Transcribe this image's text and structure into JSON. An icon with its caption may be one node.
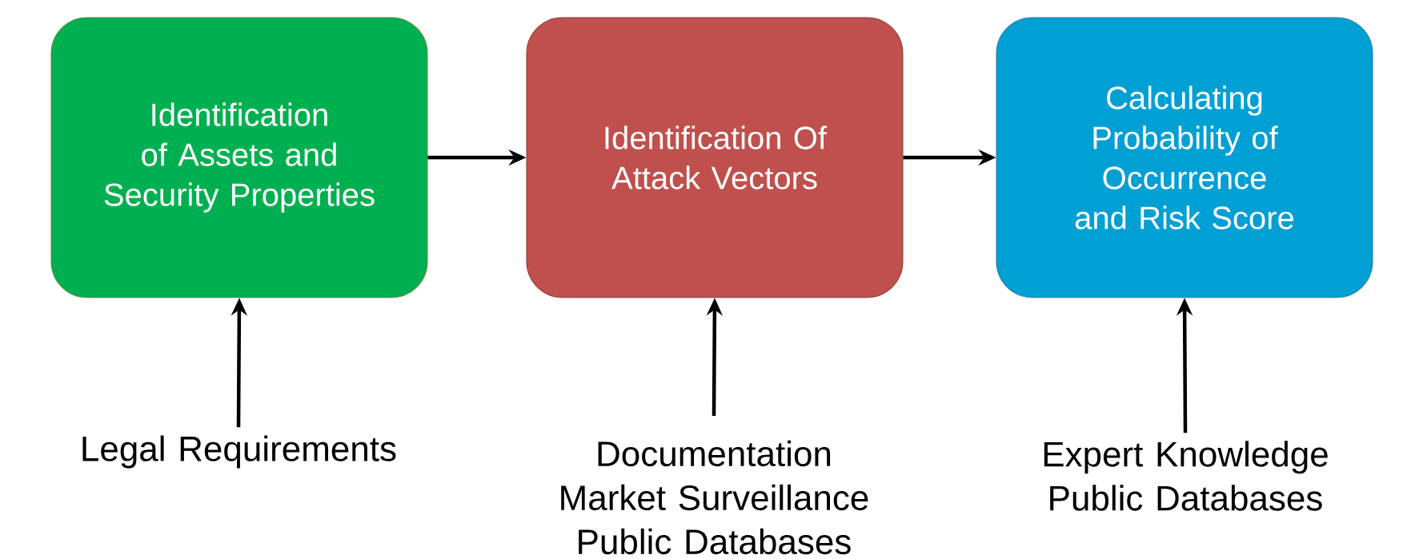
{
  "diagram": {
    "nodes": [
      {
        "text": [
          "Identification of Assets and Security Properties"
        ]
      },
      {
        "text": [
          "Identification Of Attack Vectors"
        ]
      },
      {
        "text": [
          "Calculating Probability of Occurrence and Risk Score"
        ]
      },
      {
        "text": [
          "Legal Requirements"
        ]
      },
      {
        "text": [
          "Documentation Market Surveillance Public Databases"
        ]
      },
      {
        "text": [
          "Expert Knowledge Public Databases"
        ]
      }
    ],
    "edges": [
      {
        "from": 0,
        "to": 1,
        "arrow": "to"
      },
      {
        "from": 1,
        "to": 2,
        "arrow": "to"
      },
      {
        "from": 3,
        "to": 0,
        "arrow": "to"
      },
      {
        "from": 4,
        "to": 1,
        "arrow": "to"
      },
      {
        "from": 5,
        "to": 2,
        "arrow": "to"
      }
    ]
  }
}
